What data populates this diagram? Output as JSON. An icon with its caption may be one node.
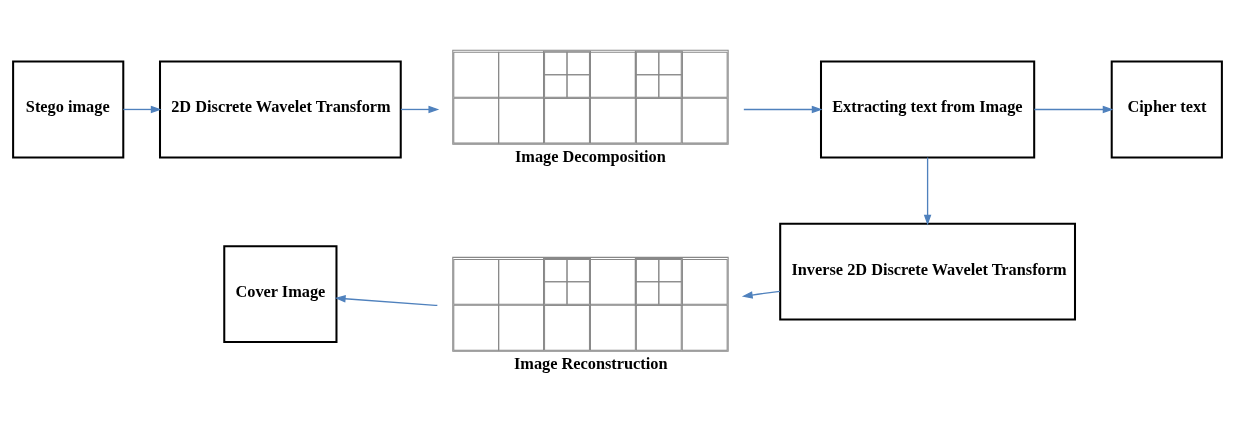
{
  "diagram": {
    "nodes": [
      {
        "text": [
          "Stego image"
        ]
      },
      {
        "text": [
          "2D Discrete Wavelet Transform"
        ]
      },
      {
        "text": [],
        "shape": "picture",
        "beside": [
          "Image Decomposition"
        ]
      },
      {
        "text": [
          "Extracting text from Image"
        ]
      },
      {
        "text": [
          "Cipher text"
        ]
      },
      {
        "text": [
          "Inverse 2D Discrete Wavelet Transform"
        ]
      },
      {
        "text": [],
        "shape": "picture",
        "beside": [
          "Image Reconstruction"
        ]
      },
      {
        "text": [
          "Cover Image"
        ]
      }
    ],
    "edges": [
      {
        "from": 0,
        "to": 1,
        "arrow": "to"
      },
      {
        "from": 1,
        "to": 2,
        "arrow": "to"
      },
      {
        "from": 2,
        "to": 3,
        "arrow": "to"
      },
      {
        "from": 3,
        "to": 4,
        "arrow": "to"
      },
      {
        "from": 3,
        "to": 5,
        "arrow": "to"
      },
      {
        "from": 5,
        "to": 6,
        "arrow": "to"
      },
      {
        "from": 6,
        "to": 7,
        "arrow": "to"
      }
    ]
  }
}
